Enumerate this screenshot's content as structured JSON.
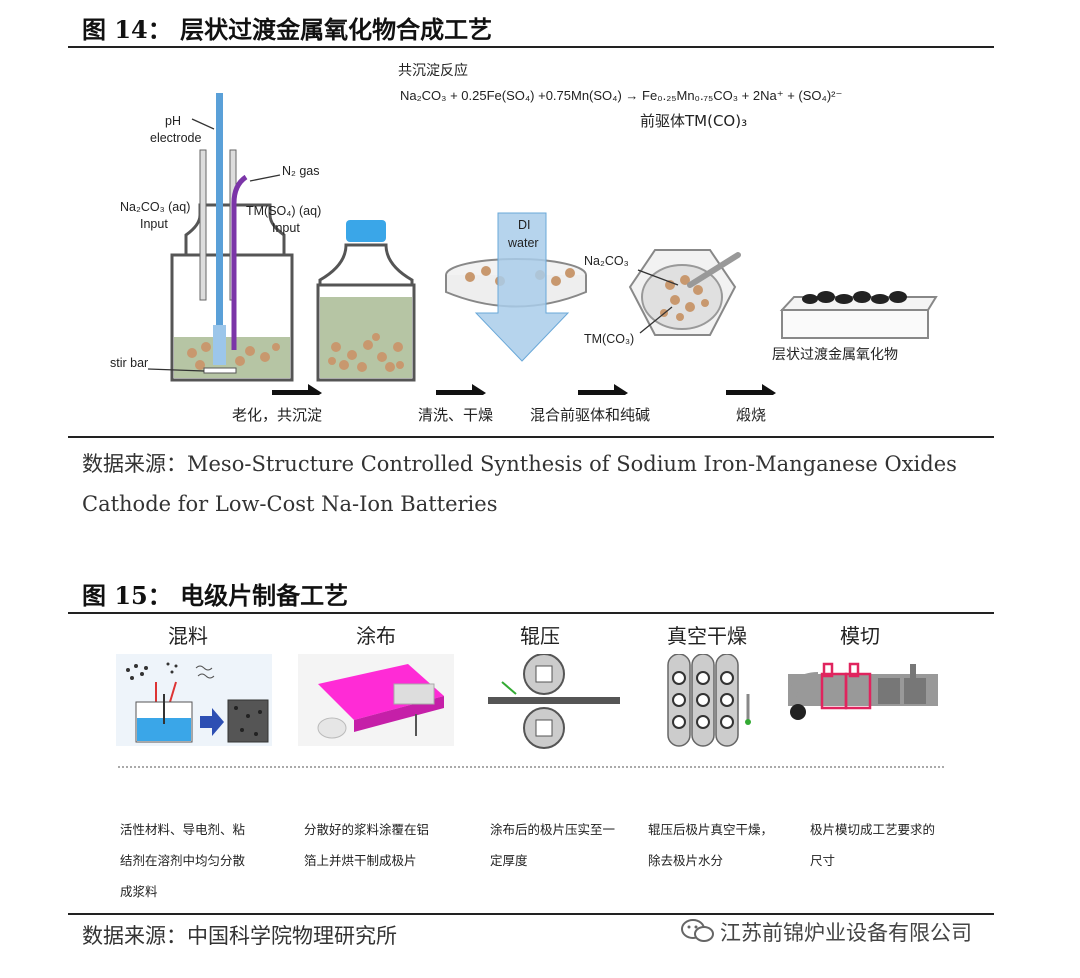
{
  "figure14": {
    "title": "图 14： 层状过渡金属氧化物合成工艺",
    "reaction_title": "共沉淀反应",
    "reaction_equation": "Na₂CO₃ + 0.25Fe(SO₄) +0.75Mn(SO₄) → Fe₀.₂₅Mn₀.₇₅CO₃ + 2Na⁺ + (SO₄)²⁻",
    "precursor_label": "前驱体TM(CO)₃",
    "labels": {
      "ph_electrode_1": "pH",
      "ph_electrode_2": "electrode",
      "n2_gas": "N₂ gas",
      "na2co3_input_1": "Na₂CO₃ (aq)",
      "na2co3_input_2": "Input",
      "tmso4_input_1": "TM(SO₄) (aq)",
      "tmso4_input_2": "Input",
      "stir_bar": "stir bar",
      "di_water_1": "DI",
      "di_water_2": "water",
      "na2co3": "Na₂CO₃",
      "tmco3": "TM(CO₃)",
      "product": "层状过渡金属氧化物"
    },
    "steps": [
      "老化，共沉淀",
      "清洗、干燥",
      "混合前驱体和纯碱",
      "煅烧"
    ],
    "source_line1": "数据来源：Meso-Structure Controlled Synthesis of Sodium Iron-Manganese Oxides",
    "source_line2": "Cathode for Low-Cost Na-Ion Batteries"
  },
  "figure15": {
    "title": "图 15： 电级片制备工艺",
    "steps": [
      {
        "name": "混料",
        "desc": [
          "活性材料、导电剂、粘",
          "结剂在溶剂中均匀分散",
          "成浆料"
        ]
      },
      {
        "name": "涂布",
        "desc": [
          "分散好的浆料涂覆在铝",
          "箔上并烘干制成极片"
        ]
      },
      {
        "name": "辊压",
        "desc": [
          "涂布后的极片压实至一",
          "定厚度"
        ]
      },
      {
        "name": "真空干燥",
        "desc": [
          "辊压后极片真空干燥，",
          "除去极片水分"
        ]
      },
      {
        "name": "模切",
        "desc": [
          "极片模切成工艺要求的",
          "尺寸"
        ]
      }
    ],
    "source": "数据来源：中国科学院物理研究所"
  },
  "watermark": "江苏前锦炉业设备有限公司",
  "colors": {
    "sediment": "#c8986e",
    "solution": "#b6c5a4",
    "blue_arrow": "#a9cdea",
    "magenta": "#ff2bd6",
    "cap_blue": "#3aa6e8"
  }
}
